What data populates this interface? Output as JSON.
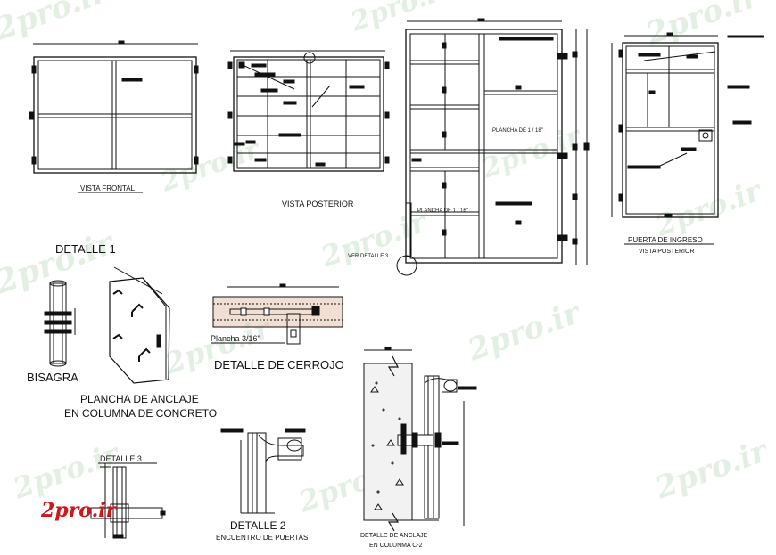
{
  "watermark": {
    "text": "2pro.ir",
    "color": "#7ab87a",
    "logo_color": "#d0161b"
  },
  "labels": {
    "vista_frontal": "VISTA FRONTAL",
    "vista_posterior": "VISTA POSTERIOR",
    "plancha_1_18": "PLANCHA DE 1 / 18\"",
    "plancha_1_16": "PLANCHA DE 1 / 16\"",
    "ver_detalle_3": "VER DETALLE 3",
    "puerta_ingreso": "PUERTA DE INGRESO",
    "vista_posterior_small": "VISTA POSTERIOR",
    "detalle_1": "DETALLE 1",
    "bisagra": "BISAGRA",
    "plancha_anclaje_l1": "PLANCHA DE ANCLAJE",
    "plancha_anclaje_l2": "EN COLUMNA DE CONCRETO",
    "plancha_3_16": "Plancha 3/16\"",
    "detalle_cerrojo": "DETALLE DE CERROJO",
    "detalle_3": "DETALLE 3",
    "detalle_2": "DETALLE 2",
    "encuentro_puertas": "ENCUENTRO DE PUERTAS",
    "detalle_anclaje_l1": "DETALLE DE ANCLAJE",
    "detalle_anclaje_l2": "EN COLUNMA C-2"
  },
  "logo": {
    "text": "2pro.ir"
  }
}
